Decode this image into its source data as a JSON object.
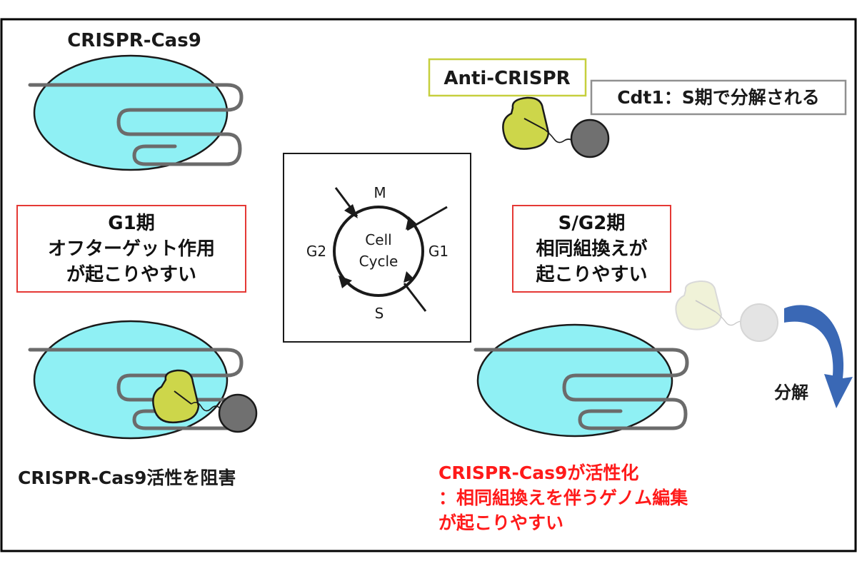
{
  "top_left_title": "CRISPR-Cas9",
  "anti_crispr_label": "Anti-CRISPR",
  "cdt1_label": "Cdt1：S期で分解される",
  "g1_box": {
    "line1": "G1期",
    "line2": "オフターゲット作用",
    "line3": "が起こりやすい"
  },
  "sg2_box": {
    "line1": "S/G2期",
    "line2": "相同組換えが",
    "line3": "起こりやすい"
  },
  "cell_cycle": {
    "center_line1": "Cell",
    "center_line2": "Cycle",
    "phase_m": "M",
    "phase_g1": "G1",
    "phase_s": "S",
    "phase_g2": "G2"
  },
  "degradation_label": "分解",
  "bottom_left_caption": "CRISPR-Cas9活性を阻害",
  "bottom_right_caption": {
    "line1": "CRISPR-Cas9が活性化",
    "line2": "：相同組換えを伴うゲノム編集",
    "line3": "が起こりやすい"
  },
  "colors": {
    "nucleus": "#8ff0f4",
    "anti_crispr": "#cdd64a",
    "cdt1": "#707070",
    "faded_anti_crispr": "#f0f2d8",
    "faded_cdt1": "#e4e4e4",
    "red_box": "#e53935",
    "arrow_blue": "#3a68b5",
    "red_text": "#ff1a1a"
  }
}
